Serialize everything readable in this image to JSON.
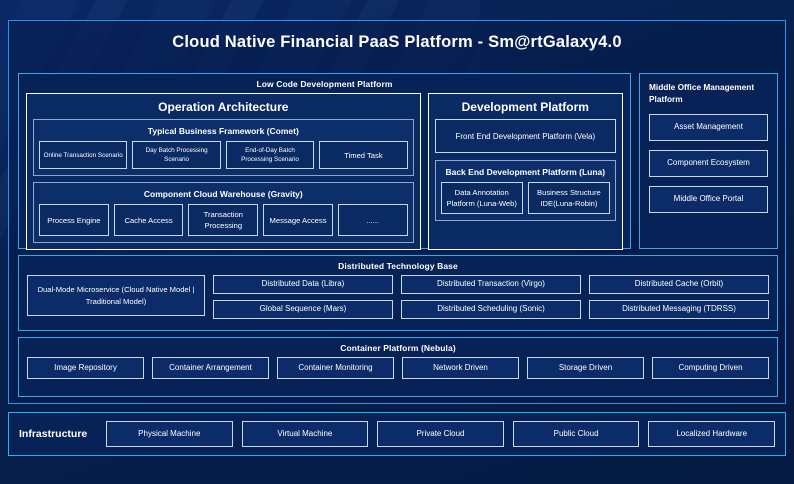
{
  "title": "Cloud Native Financial PaaS Platform - Sm@rtGalaxy4.0",
  "low_code": {
    "title": "Low Code Development Platform",
    "operation_architecture": {
      "title": "Operation Architecture",
      "typical_business_framework": {
        "title": "Typical Business Framework (Comet)",
        "items": [
          "Online Transaction Scenario",
          "Day Batch Processing Scenario",
          "End-of-Day Batch Processing Scenario",
          "Timed Task"
        ]
      },
      "component_cloud_warehouse": {
        "title": "Component Cloud Warehouse (Gravity)",
        "items": [
          "Process Engine",
          "Cache Access",
          "Transaction Processing",
          "Message Access",
          "......"
        ]
      }
    },
    "development_platform": {
      "title": "Development Platform",
      "front_end": "Front End Development Platform (Vela)",
      "back_end": {
        "title": "Back End Development Platform (Luna)",
        "items": [
          "Data Annotation Platform (Luna-Web)",
          "Business Structure IDE(Luna-Robin)"
        ]
      }
    }
  },
  "middle_office": {
    "title": "Middle Office Management Platform",
    "items": [
      "Asset Management",
      "Component Ecosystem",
      "Middle Office Portal"
    ]
  },
  "distributed_technology_base": {
    "title": "Distributed Technology Base",
    "dual_mode": "Dual-Mode Microservice (Cloud Native Model | Traditional Model)",
    "columns": [
      {
        "top": "Distributed Data (Libra)",
        "bottom": "Global Sequence (Mars)"
      },
      {
        "top": "Distributed Transaction (Virgo)",
        "bottom": "Distributed Scheduling (Sonic)"
      },
      {
        "top": "Distributed Cache (Orbit)",
        "bottom": "Distributed Messaging (TDRSS)"
      }
    ]
  },
  "container_platform": {
    "title": "Container Platform (Nebula)",
    "items": [
      "Image Repository",
      "Container Arrangement",
      "Container Monitoring",
      "Network Driven",
      "Storage Driven",
      "Computing Driven"
    ]
  },
  "infrastructure": {
    "label": "Infrastructure",
    "items": [
      "Physical Machine",
      "Virtual Machine",
      "Private Cloud",
      "Public Cloud",
      "Localized Hardware"
    ]
  },
  "colors": {
    "background": "#061a4a",
    "frame_border": "#2196f3",
    "panel_border": "#3ba7e8",
    "chip_border": "#c9d8ef",
    "text": "#ffffff"
  }
}
